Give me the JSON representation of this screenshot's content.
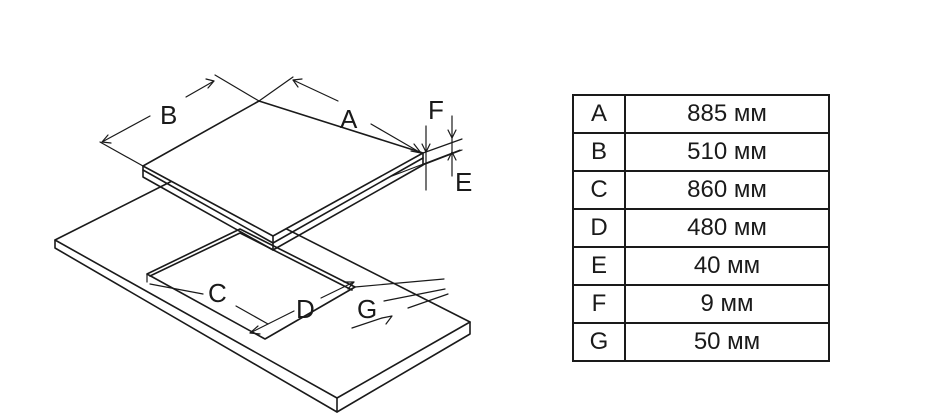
{
  "diagram": {
    "labels": {
      "a": "A",
      "b": "B",
      "c": "C",
      "d": "D",
      "e": "E",
      "f": "F",
      "g": "G"
    }
  },
  "table": {
    "rows": [
      {
        "key": "A",
        "value": "885 мм"
      },
      {
        "key": "B",
        "value": "510 мм"
      },
      {
        "key": "C",
        "value": "860 мм"
      },
      {
        "key": "D",
        "value": "480 мм"
      },
      {
        "key": "E",
        "value": "40 мм"
      },
      {
        "key": "F",
        "value": "9 мм"
      },
      {
        "key": "G",
        "value": "50 мм"
      }
    ]
  }
}
